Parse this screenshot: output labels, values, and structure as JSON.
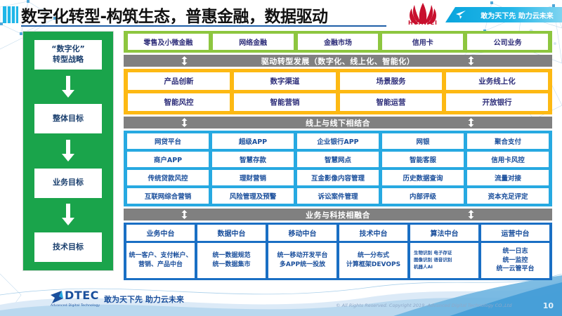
{
  "slide": {
    "title": "数字化转型-构筑生态，普惠金融，数据驱动",
    "page_number": "10",
    "accent_blue": "#1a6fc4",
    "accent_green": "#8dc63f",
    "accent_orange": "#fdb913",
    "accent_cyan": "#27a9e1",
    "accent_gray": "#808080",
    "left_panel_green": "#1aa44b"
  },
  "brand": {
    "huawei_wordmark": "HUAWEI",
    "huawei_slogan": "敢为天下先 助力云未来",
    "logo_icon": "huawei-flower-icon",
    "banner_icon": "paper-plane-icon"
  },
  "strategy_column": {
    "boxes": [
      {
        "label": "“数字化”\n转型战略"
      },
      {
        "label": "整体目标"
      },
      {
        "label": "业务目标"
      },
      {
        "label": "技术目标"
      }
    ]
  },
  "business_lines": {
    "items": [
      "零售及小微金融",
      "网络金融",
      "金融市场",
      "信用卡",
      "公司业务"
    ]
  },
  "connectors": [
    {
      "label": "驱动转型发展（数字化、线上化、智能化）"
    },
    {
      "label": "线上与线下相结合"
    },
    {
      "label": "业务与科技相融合"
    }
  ],
  "transformation_layer": {
    "rows": [
      [
        "产品创新",
        "数字渠道",
        "场景服务",
        "业务线上化"
      ],
      [
        "智能风控",
        "智能营销",
        "智能运营",
        "开放银行"
      ]
    ]
  },
  "channel_layer": {
    "rows": [
      [
        "网贷平台",
        "超级APP",
        "企业银行APP",
        "网银",
        "聚合支付"
      ],
      [
        "商户APP",
        "智慧存款",
        "智慧网点",
        "智能客服",
        "信用卡风控"
      ],
      [
        "传统贷款风控",
        "理财营销",
        "互金影像内容管理",
        "历史数据查询",
        "流量对接"
      ],
      [
        "互联网综合营销",
        "风险管理及预警",
        "诉讼案件管理",
        "内部评级",
        "资本充足评定"
      ]
    ]
  },
  "platform_layer": {
    "columns": [
      {
        "head": "业务中台",
        "body": "统一客户、支付帐户、营销、产品中台",
        "tiny": false
      },
      {
        "head": "数据中台",
        "body": "统一数据规范\n统一数据集市",
        "tiny": false
      },
      {
        "head": "移动中台",
        "body": "统一移动开发平台\n多APP统一投放",
        "tiny": false
      },
      {
        "head": "技术中台",
        "body": "统一分布式\n计算框架DEVOPS",
        "tiny": false
      },
      {
        "head": "算法中台",
        "body": "生物识别 电子存证\n图像识别 语音识别\n机器人AI",
        "tiny": true
      },
      {
        "head": "运营中台",
        "body": "统一日志\n统一监控\n统一云管平台",
        "tiny": false
      }
    ]
  },
  "footer": {
    "logo_name": "DTEC",
    "logo_sub": "Advanced Digital Technology",
    "slogan": "敢为天下先   助力云未来",
    "copyright": "© All Rights Reserved. Copyright 2019. Advanced Digital Technology CO.,Ltd"
  }
}
